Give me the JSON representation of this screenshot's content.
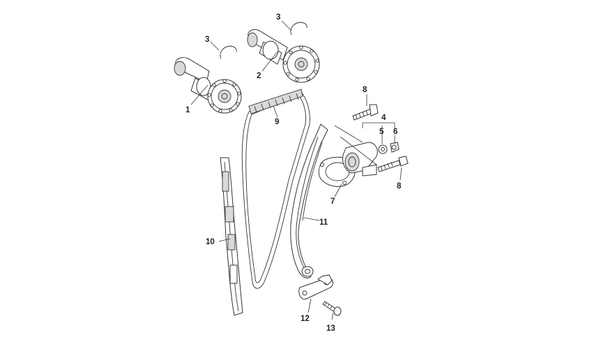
{
  "diagram": {
    "callouts": [
      {
        "id": "c1",
        "text": "1"
      },
      {
        "id": "c2",
        "text": "2"
      },
      {
        "id": "c3a",
        "text": "3"
      },
      {
        "id": "c3b",
        "text": "3"
      },
      {
        "id": "c4",
        "text": "4"
      },
      {
        "id": "c5",
        "text": "5"
      },
      {
        "id": "c6",
        "text": "6"
      },
      {
        "id": "c7",
        "text": "7"
      },
      {
        "id": "c8a",
        "text": "8"
      },
      {
        "id": "c8b",
        "text": "8"
      },
      {
        "id": "c9",
        "text": "9"
      },
      {
        "id": "c10",
        "text": "10"
      },
      {
        "id": "c11",
        "text": "11"
      },
      {
        "id": "c12",
        "text": "12"
      },
      {
        "id": "c13",
        "text": "13"
      }
    ]
  }
}
